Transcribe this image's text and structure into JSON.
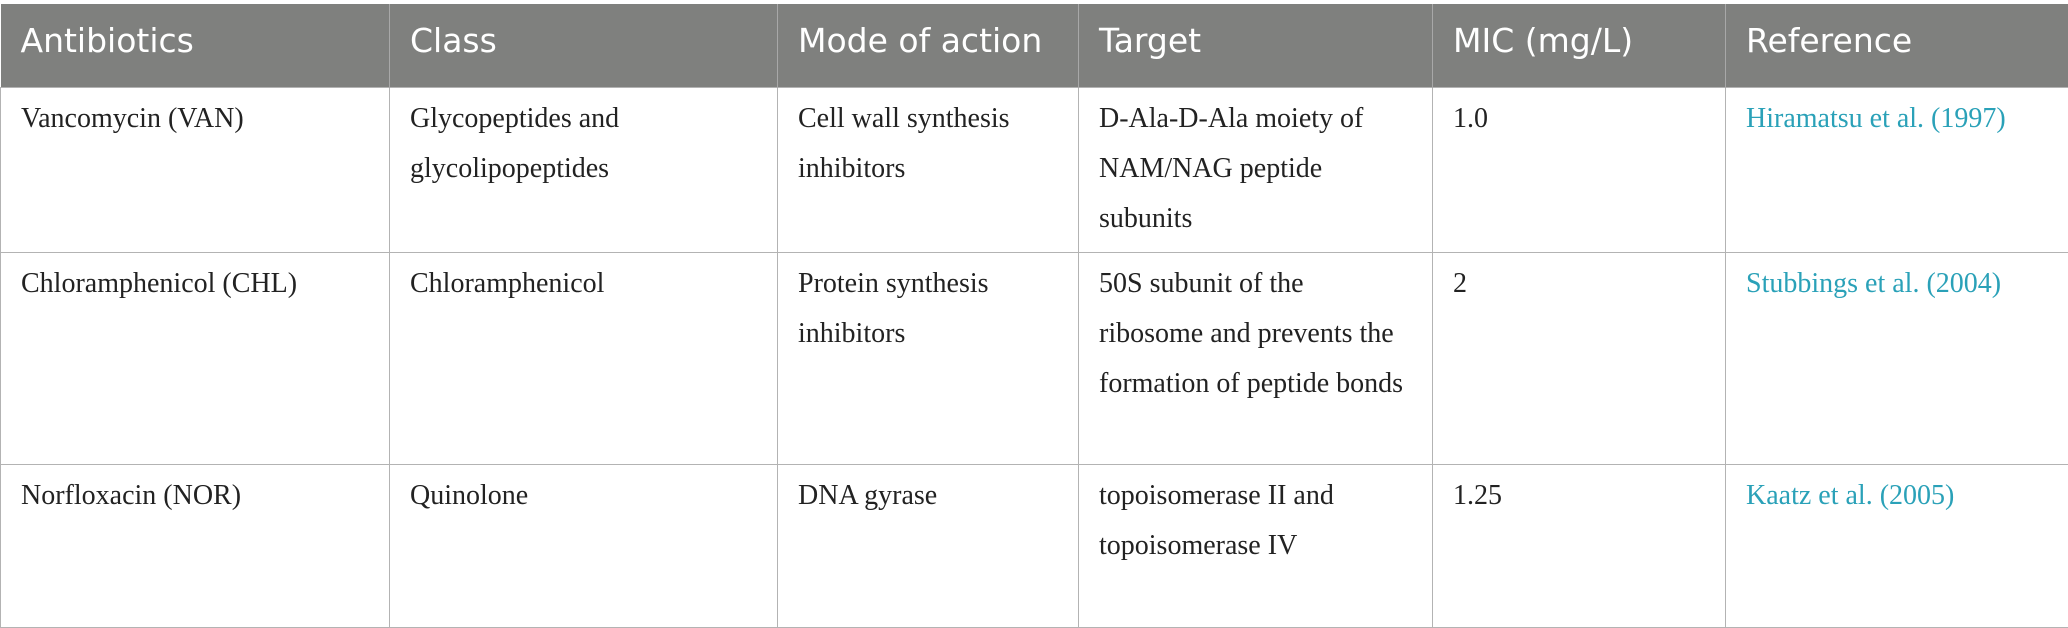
{
  "table": {
    "headers": [
      "Antibiotics",
      "Class",
      "Mode of action",
      "Target",
      "MIC (mg/L)",
      "Reference"
    ],
    "rows": [
      {
        "antibiotic": "Vancomycin (VAN)",
        "class": "Glycopeptides and glycolipopeptides",
        "mode": "Cell wall synthesis inhibitors",
        "target": "D-Ala-D-Ala moiety of NAM/NAG peptide subunits",
        "mic": "1.0",
        "reference": "Hiramatsu et al. (1997)"
      },
      {
        "antibiotic": "Chloramphenicol (CHL)",
        "class": "Chloramphenicol",
        "mode": "Protein synthesis inhibitors",
        "target": "50S subunit of the ribosome and prevents the formation of peptide bonds",
        "mic": "2",
        "reference": "Stubbings et al. (2004)"
      },
      {
        "antibiotic": "Norfloxacin (NOR)",
        "class": "Quinolone",
        "mode": "DNA gyrase",
        "target": "topoisomerase II and topoisomerase IV",
        "mic": "1.25",
        "reference": "Kaatz et al. (2005)"
      }
    ]
  },
  "colors": {
    "header_bg": "#7f807e",
    "header_text": "#ffffff",
    "link": "#2aa1b8"
  }
}
